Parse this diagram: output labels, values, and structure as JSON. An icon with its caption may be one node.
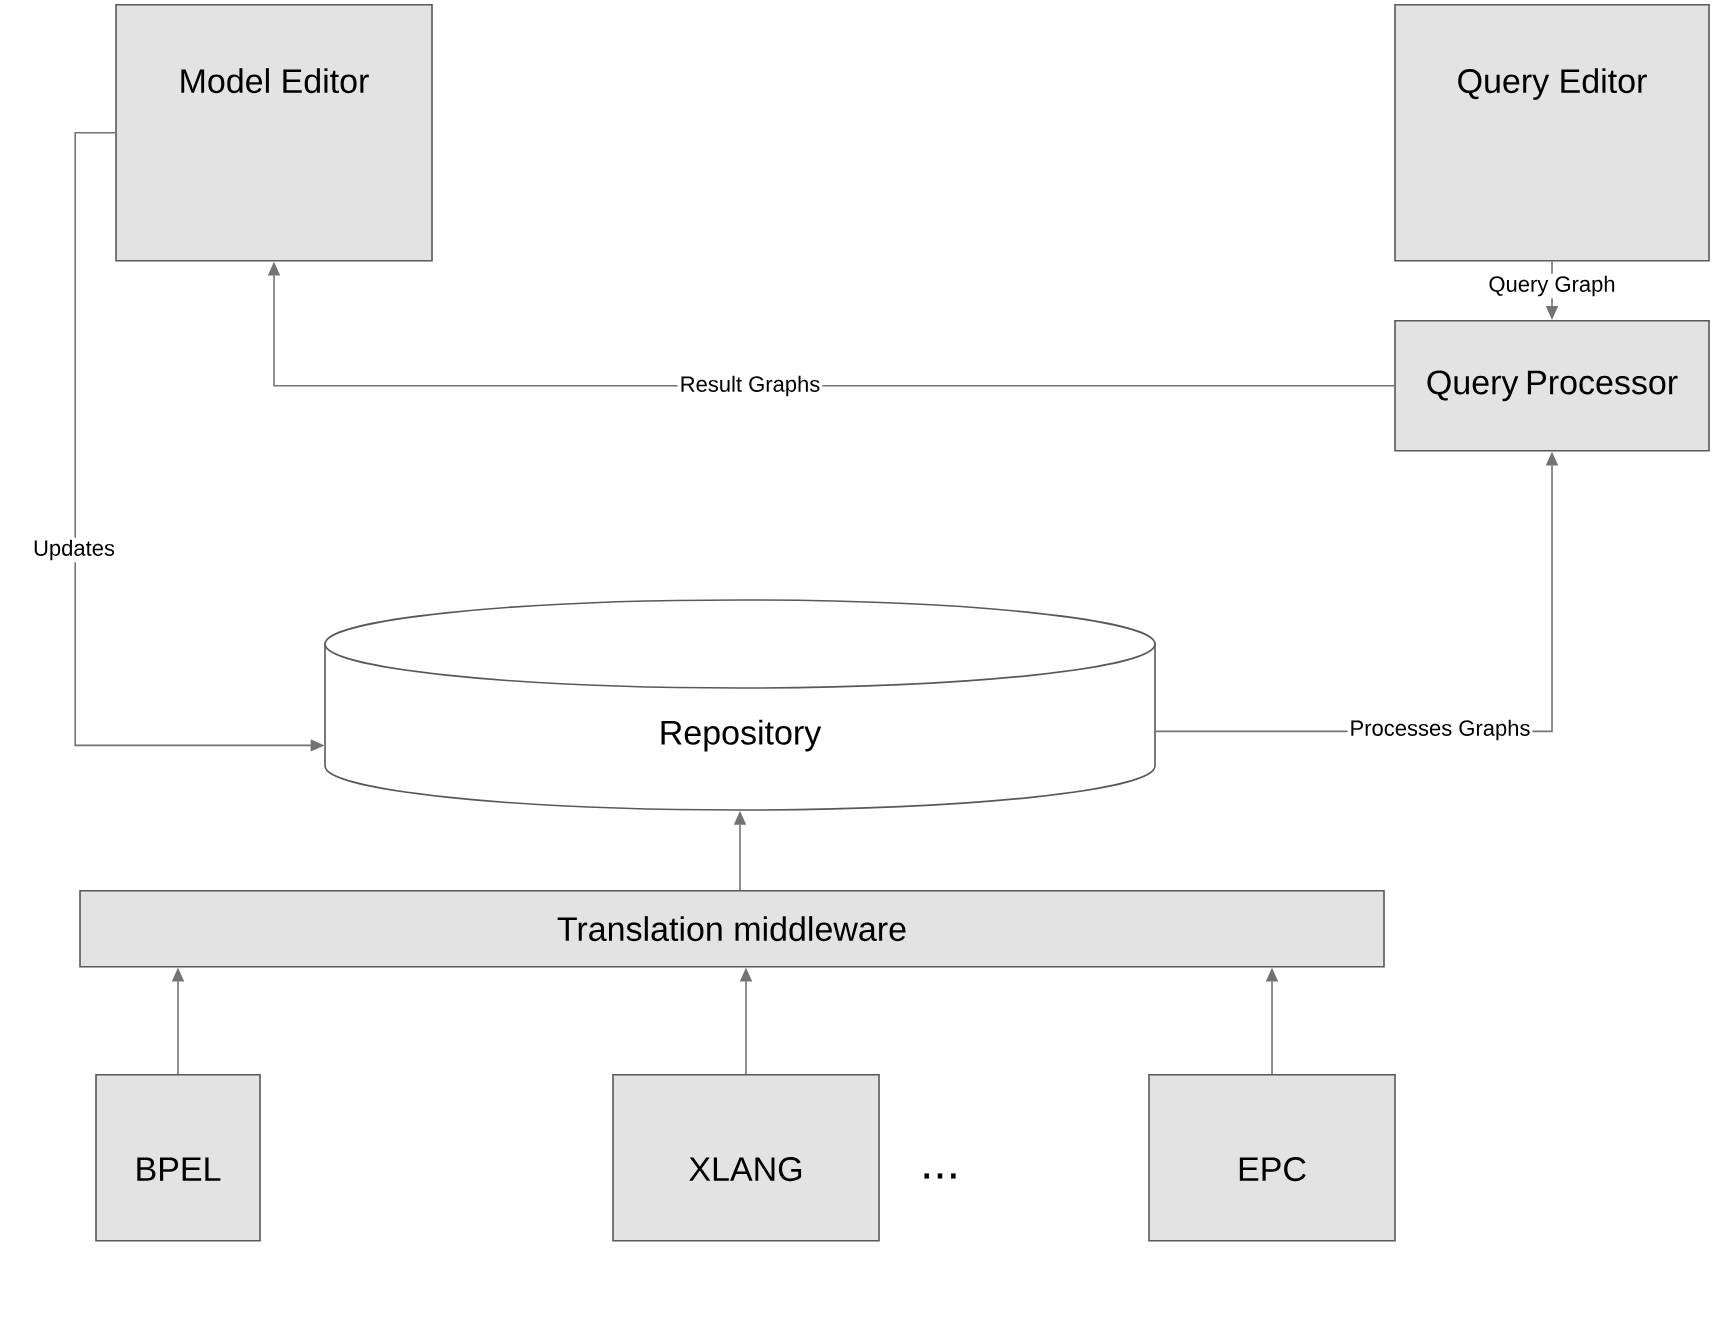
{
  "diagram": {
    "nodes": [
      {
        "text": [
          "Model Editor"
        ]
      },
      {
        "text": [
          "Query Editor"
        ]
      },
      {
        "text": [
          "Query Processor"
        ]
      },
      {
        "text": [
          "Repository"
        ]
      },
      {
        "text": [
          "Translation middleware"
        ]
      },
      {
        "text": [
          "BPEL"
        ]
      },
      {
        "text": [
          "XLANG"
        ]
      },
      {
        "text": [
          "EPC"
        ]
      }
    ],
    "edges": [
      {
        "from": 1,
        "to": 2,
        "arrow": "to",
        "label": "Query Graph"
      },
      {
        "from": 2,
        "to": 0,
        "arrow": "to",
        "label": "Result Graphs"
      },
      {
        "from": 0,
        "to": 3,
        "arrow": "to",
        "label": "Updates"
      },
      {
        "from": 3,
        "to": 2,
        "arrow": "to",
        "label": "Processes Graphs"
      },
      {
        "from": 4,
        "to": 3,
        "arrow": "to"
      },
      {
        "from": 5,
        "to": 4,
        "arrow": "to"
      },
      {
        "from": 6,
        "to": 4,
        "arrow": "to"
      },
      {
        "from": 7,
        "to": 4,
        "arrow": "to"
      }
    ],
    "labels": [
      "..."
    ]
  }
}
